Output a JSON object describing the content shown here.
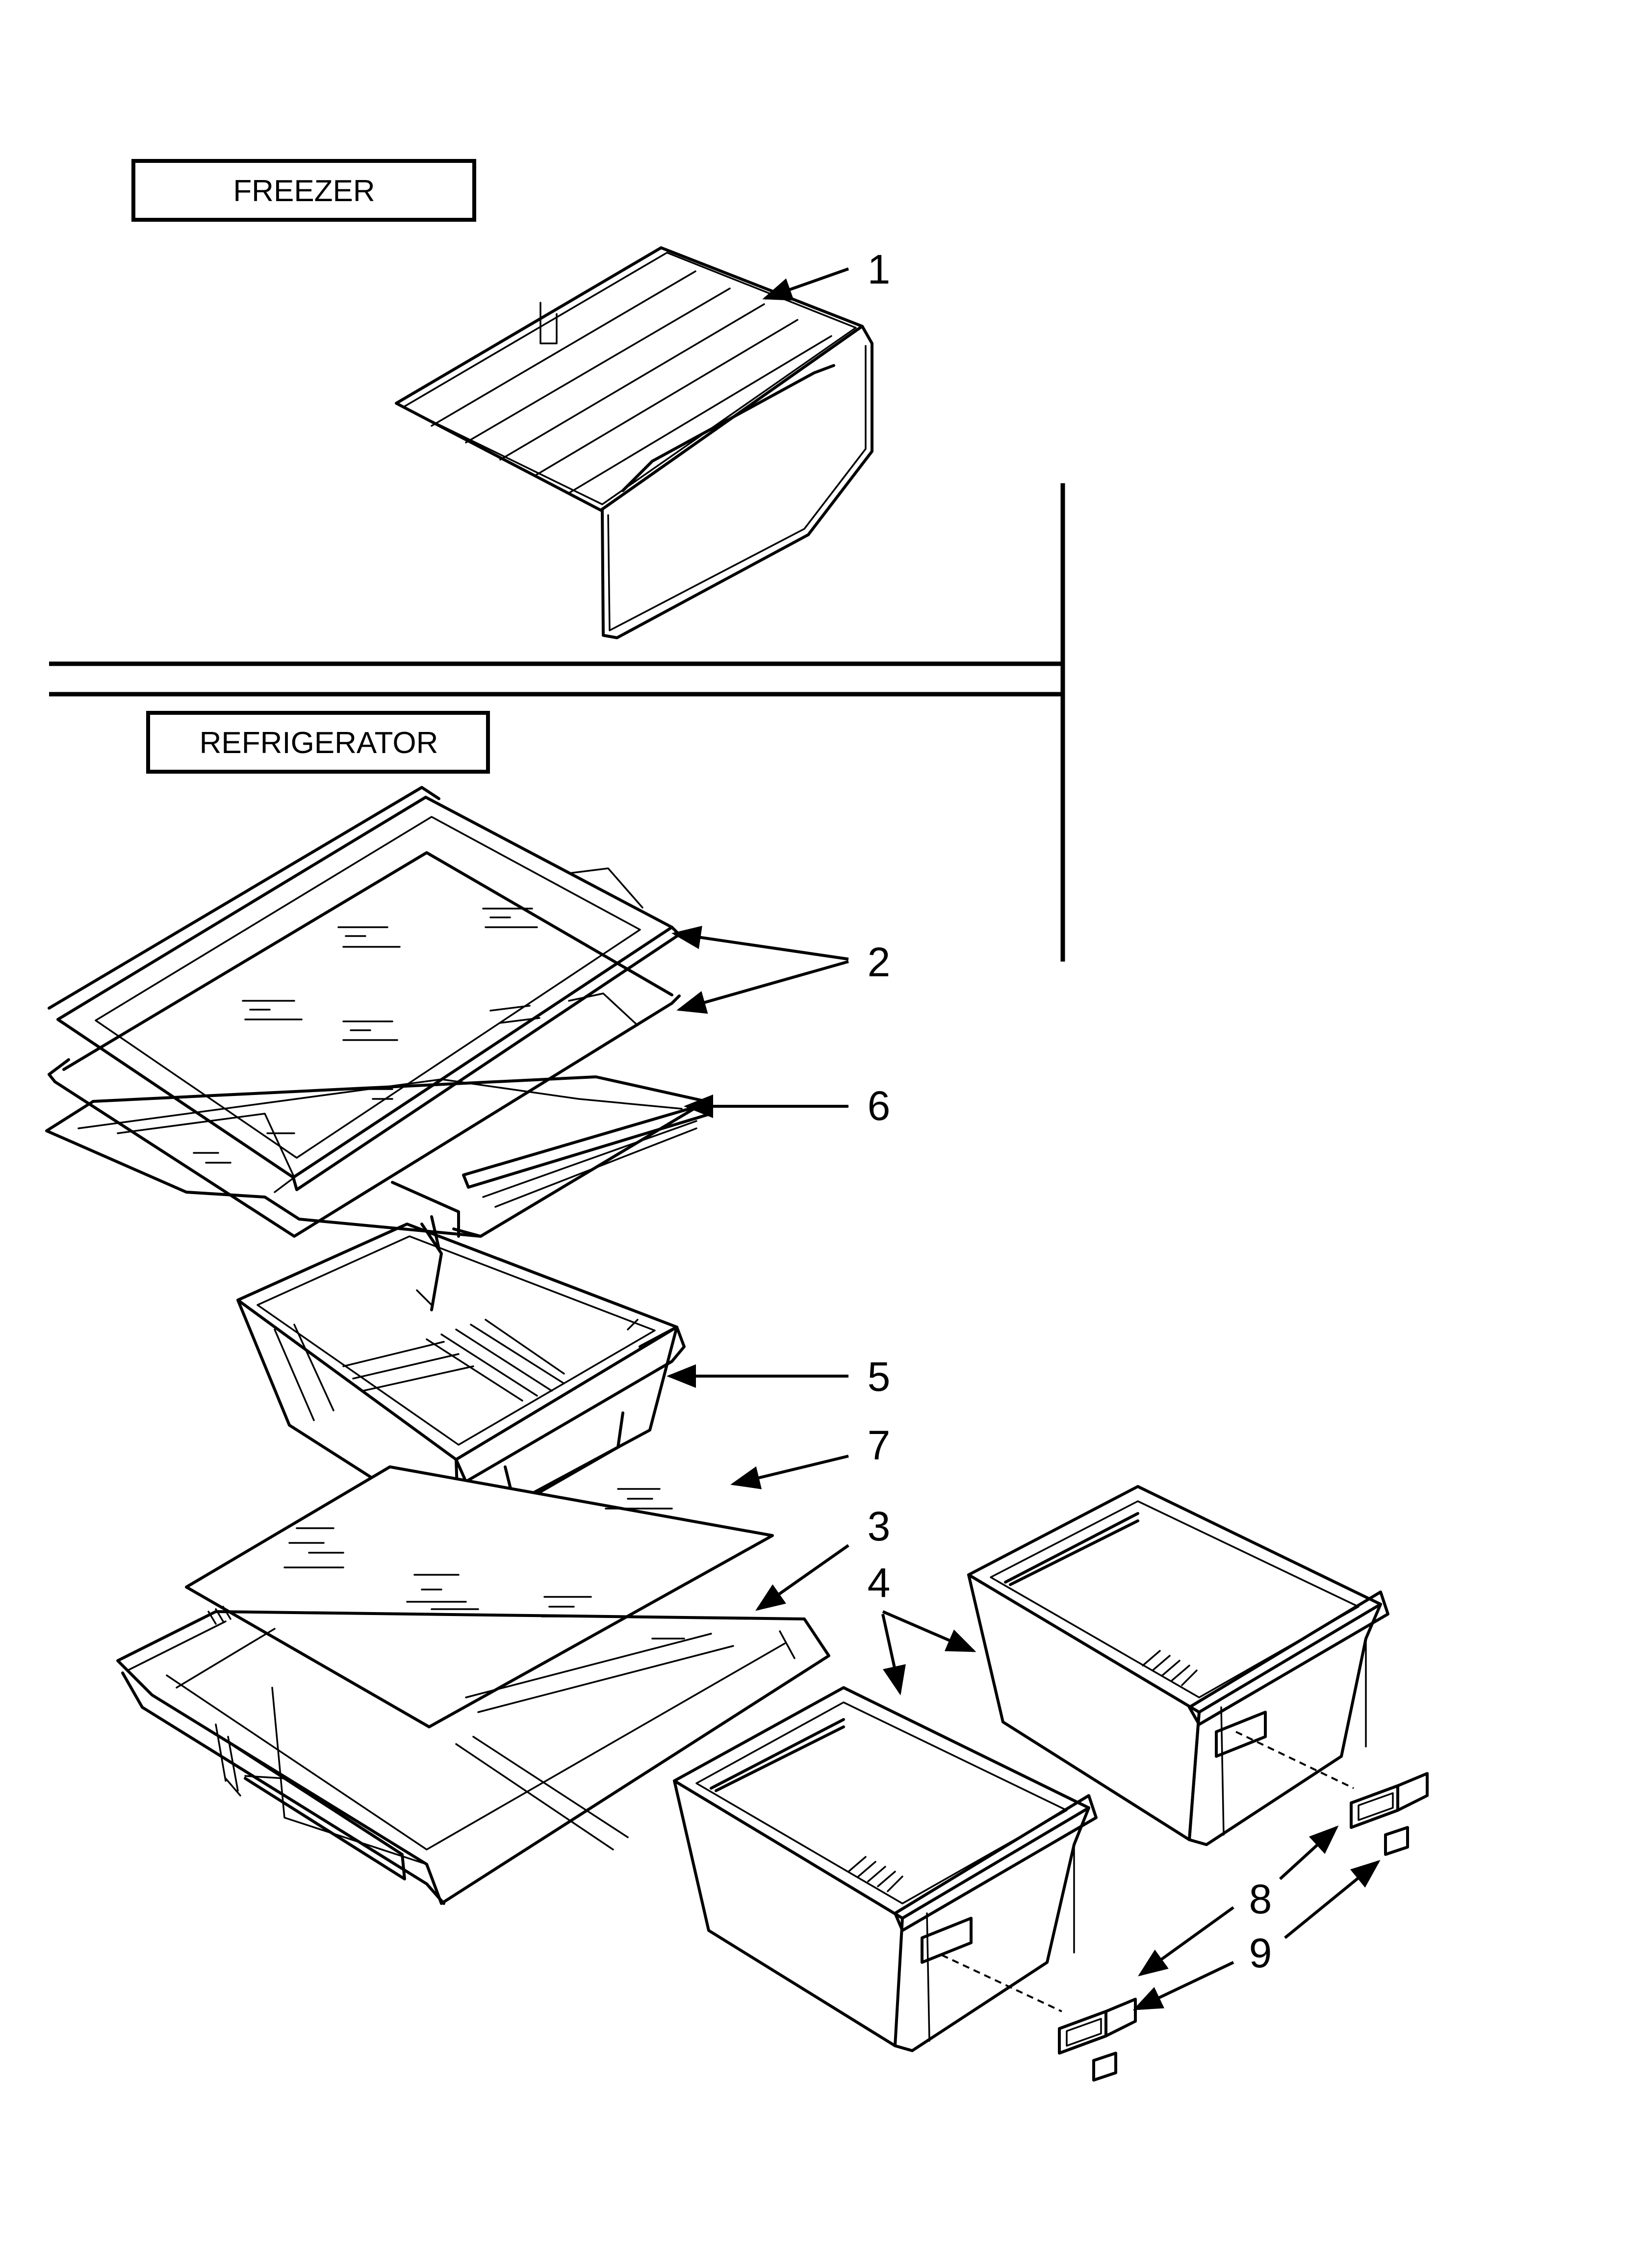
{
  "labels": {
    "freezer": "FREEZER",
    "refrigerator": "REFRIGERATOR"
  },
  "callouts": {
    "c1": "1",
    "c2": "2",
    "c6": "6",
    "c5": "5",
    "c7": "7",
    "c3": "3",
    "c4": "4",
    "c8": "8",
    "c9": "9"
  }
}
